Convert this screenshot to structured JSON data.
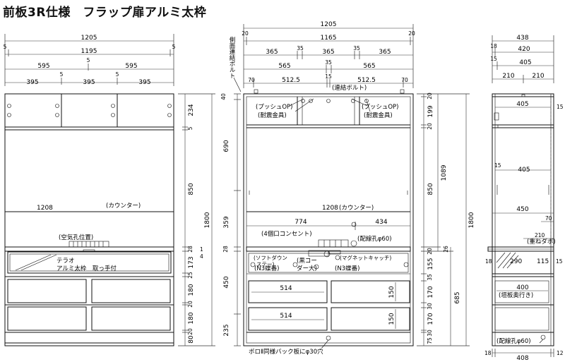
{
  "title": "前板3R仕様　フラップ扉アルミ太枠",
  "front": {
    "dims_top": {
      "w1205": "1205",
      "w1195": "1195",
      "five_a": "5",
      "five_b": "5",
      "w595a": "595",
      "five_c": "5",
      "w595b": "595",
      "w395a": "395",
      "five_d": "5",
      "w395b": "395",
      "five_e": "5",
      "w395c": "395"
    },
    "labels": {
      "counter_w": "1208",
      "counter": "(カウンター)",
      "vent": "(空気孔位置)",
      "terao_1": "テラオ",
      "terao_2": "アルミ太枠　取っ手付"
    },
    "dims_right": [
      "234",
      "5",
      "850",
      "28",
      "173",
      "25",
      "180",
      "20",
      "180",
      "20",
      "80"
    ],
    "total_height": "1800",
    "side_small": [
      "1",
      "4"
    ]
  },
  "middle": {
    "dims_top": {
      "w1205": "1205",
      "w1165": "1165",
      "e20a": "20",
      "e20b": "20",
      "w365a": "365",
      "w35a": "35",
      "w365b": "365",
      "w35b": "35",
      "w365c": "365",
      "w565a": "565",
      "w35c": "35",
      "w565b": "565",
      "w70a": "70",
      "w5125a": "512.5",
      "w15": "15",
      "w5125b": "512.5",
      "w70b": "70"
    },
    "labels": {
      "side_bolt": "側面連結ボルト",
      "bolt": "(連結ボルト)",
      "push_a": "(プッシュOP)",
      "quake_a": "(耐震金具)",
      "push_b": "(プッシュOP)",
      "quake_b": "(耐震金具)",
      "w774": "774",
      "w434": "434",
      "outlet": "(4個口コンセント)",
      "wire": "(配線孔φ60)",
      "counter_w": "1208",
      "counter": "(カウンター)",
      "softdown_1": "(ソフトダウン",
      "softdown_2": "ステー)",
      "n3a": "(N3蝶番)",
      "black_1": "(黒コー",
      "black_2": "ダー大)",
      "magnet": "(マグネットキャッチ)",
      "n3b": "(N3蝶番)",
      "d514a": "514",
      "d150a": "150",
      "d514b": "514",
      "d150b": "150",
      "bottom": "ボロⅡ同様バック板にφ30穴"
    },
    "dims_left": [
      "40",
      "690",
      "359",
      "28",
      "450",
      "235"
    ],
    "dims_right": [
      "20",
      "199",
      "20",
      "850",
      "20",
      "155",
      "35",
      "170",
      "30",
      "170",
      "30"
    ],
    "h1089": "1089",
    "h26": "26",
    "h685": "685",
    "h75": "75",
    "total_height": "1800"
  },
  "side": {
    "dims_top": {
      "w438": "438",
      "w18": "18",
      "w420": "420",
      "w15a": "15",
      "w405a": "405",
      "w210a": "210",
      "w210b": "210"
    },
    "inner": {
      "d405a": "405",
      "d15a": "15",
      "d15b": "15",
      "d405b": "405",
      "d450": "450",
      "d70": "70",
      "d210": "210",
      "stack": "(重ねダボ)",
      "d18": "18",
      "d290": "290",
      "d115": "115",
      "d15c": "15",
      "d400": "400",
      "back": "(垣板奥行き)",
      "wire": "(配線孔φ60)"
    },
    "dims_bottom": {
      "b18": "18",
      "b408": "408",
      "b12": "12"
    }
  },
  "colors": {
    "line": "#111111",
    "background": "#ffffff"
  }
}
